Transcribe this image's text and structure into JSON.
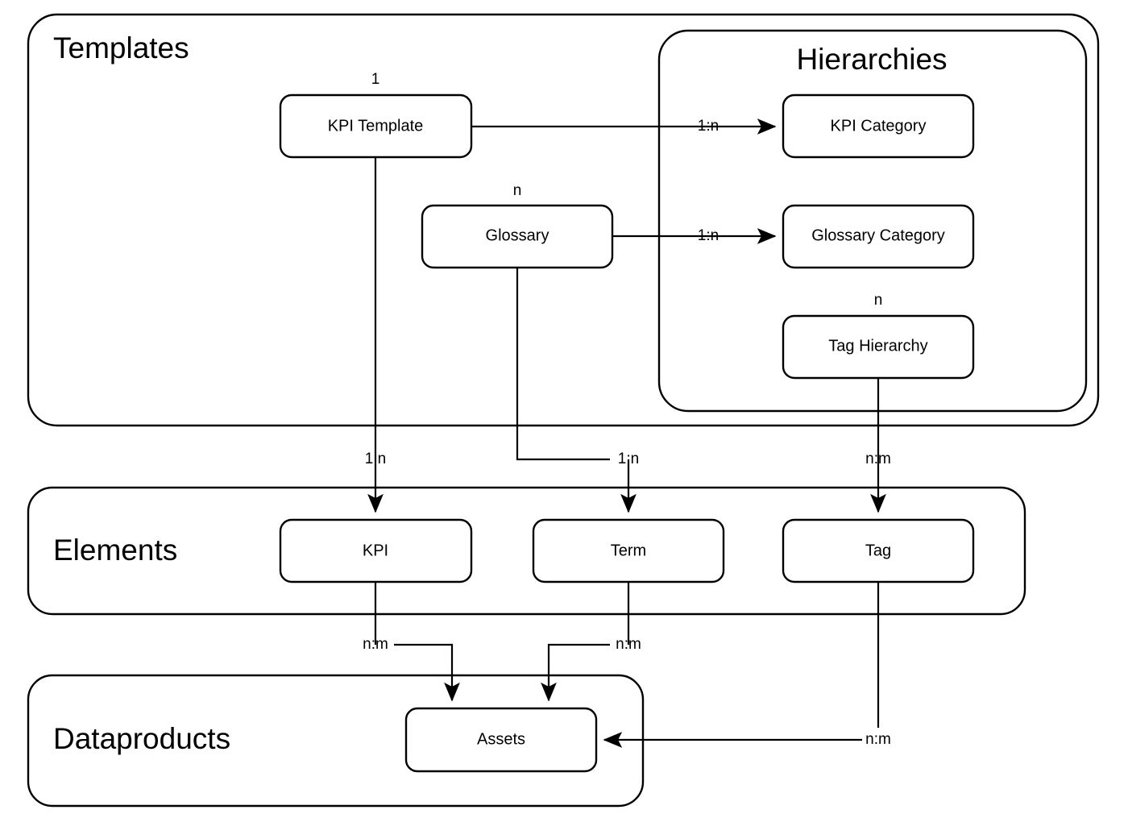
{
  "diagram": {
    "title": "Data Governance Entity Relationship Diagram",
    "background_color": "#ffffff",
    "stroke_color": "#000000",
    "groups": [
      {
        "id": "templates",
        "label": "Templates"
      },
      {
        "id": "hierarchies",
        "label": "Hierarchies"
      },
      {
        "id": "elements",
        "label": "Elements"
      },
      {
        "id": "dataproducts",
        "label": "Dataproducts"
      }
    ],
    "nodes": [
      {
        "id": "kpi_template",
        "label": "KPI Template",
        "group": "templates"
      },
      {
        "id": "glossary",
        "label": "Glossary",
        "group": "templates"
      },
      {
        "id": "kpi_category",
        "label": "KPI Category",
        "group": "hierarchies"
      },
      {
        "id": "glossary_category",
        "label": "Glossary Category",
        "group": "hierarchies"
      },
      {
        "id": "tag_hierarchy",
        "label": "Tag Hierarchy",
        "group": "hierarchies"
      },
      {
        "id": "kpi",
        "label": "KPI",
        "group": "elements"
      },
      {
        "id": "term",
        "label": "Term",
        "group": "elements"
      },
      {
        "id": "tag",
        "label": "Tag",
        "group": "elements"
      },
      {
        "id": "assets",
        "label": "Assets",
        "group": "dataproducts"
      }
    ],
    "node_multiplicities": [
      {
        "node": "kpi_template",
        "label": "1"
      },
      {
        "node": "glossary",
        "label": "n"
      },
      {
        "node": "tag_hierarchy",
        "label": "n"
      }
    ],
    "edges": [
      {
        "id": "e1",
        "from": "kpi_template",
        "to": "kpi_category",
        "label": "1:n"
      },
      {
        "id": "e2",
        "from": "glossary",
        "to": "glossary_category",
        "label": "1:n"
      },
      {
        "id": "e3",
        "from": "kpi_template",
        "to": "kpi",
        "label": "1:n"
      },
      {
        "id": "e4",
        "from": "glossary",
        "to": "term",
        "label": "1:n"
      },
      {
        "id": "e5",
        "from": "tag_hierarchy",
        "to": "tag",
        "label": "n:m"
      },
      {
        "id": "e6",
        "from": "kpi",
        "to": "assets",
        "label": "n:m"
      },
      {
        "id": "e7",
        "from": "term",
        "to": "assets",
        "label": "n:m"
      },
      {
        "id": "e8",
        "from": "tag",
        "to": "assets",
        "label": "n:m"
      }
    ]
  }
}
